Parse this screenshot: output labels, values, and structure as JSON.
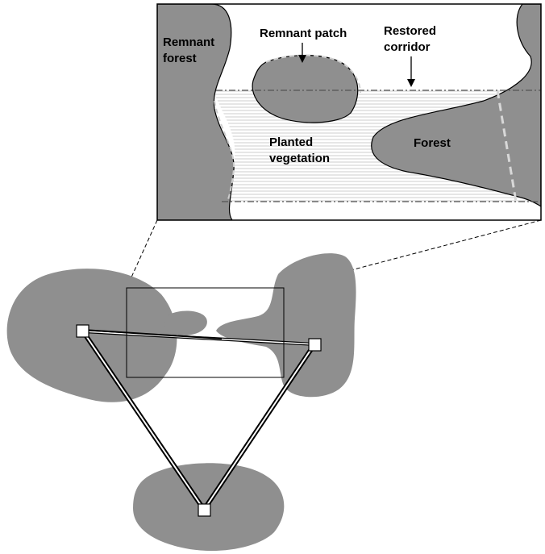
{
  "labels": {
    "remnant_forest_line1": "Remnant",
    "remnant_forest_line2": "forest",
    "remnant_patch": "Remnant patch",
    "restored_corridor_line1": "Restored",
    "restored_corridor_line2": "corridor",
    "planted_vegetation_line1": "Planted",
    "planted_vegetation_line2": "vegetation",
    "forest": "Forest"
  },
  "colors": {
    "habitat_fill": "#8f8f8f",
    "corridor_hatch": "#c8c8c8",
    "outline": "#000000",
    "link_line": "#ffffff"
  },
  "icons": {
    "node": "square-node-icon",
    "arrow": "down-arrow-icon"
  }
}
